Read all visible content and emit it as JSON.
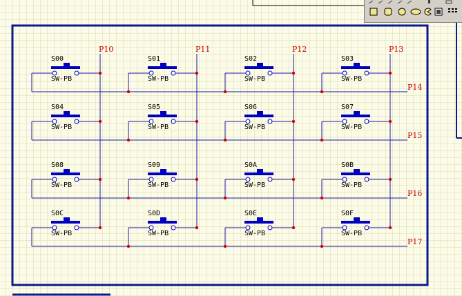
{
  "colors": {
    "background": "#fbfbe8",
    "grid": "#d8d8b0",
    "border": "#0a1a8c",
    "wire": "#1a1aa8",
    "junction": "#cc0000",
    "port_label": "#cc0000",
    "switch_body": "#0000c0"
  },
  "switch_type": "SW-PB",
  "switches": [
    {
      "name": "S00",
      "row": 0,
      "col": 0
    },
    {
      "name": "S01",
      "row": 0,
      "col": 1
    },
    {
      "name": "S02",
      "row": 0,
      "col": 2
    },
    {
      "name": "S03",
      "row": 0,
      "col": 3
    },
    {
      "name": "S04",
      "row": 1,
      "col": 0
    },
    {
      "name": "S05",
      "row": 1,
      "col": 1
    },
    {
      "name": "S06",
      "row": 1,
      "col": 2
    },
    {
      "name": "S07",
      "row": 1,
      "col": 3
    },
    {
      "name": "S08",
      "row": 2,
      "col": 0
    },
    {
      "name": "S09",
      "row": 2,
      "col": 1
    },
    {
      "name": "S0A",
      "row": 2,
      "col": 2
    },
    {
      "name": "S0B",
      "row": 2,
      "col": 3
    },
    {
      "name": "S0C",
      "row": 3,
      "col": 0
    },
    {
      "name": "S0D",
      "row": 3,
      "col": 1
    },
    {
      "name": "S0E",
      "row": 3,
      "col": 2
    },
    {
      "name": "S0F",
      "row": 3,
      "col": 3
    }
  ],
  "column_ports": [
    "P10",
    "P11",
    "P12",
    "P13"
  ],
  "row_ports": [
    "P14",
    "P15",
    "P16",
    "P17"
  ],
  "toolbar": {
    "icons": [
      "square-icon",
      "rounded-square-icon",
      "circle-icon",
      "ellipse-icon",
      "pacman-icon",
      "symbol-icon",
      "grid-icon"
    ]
  }
}
